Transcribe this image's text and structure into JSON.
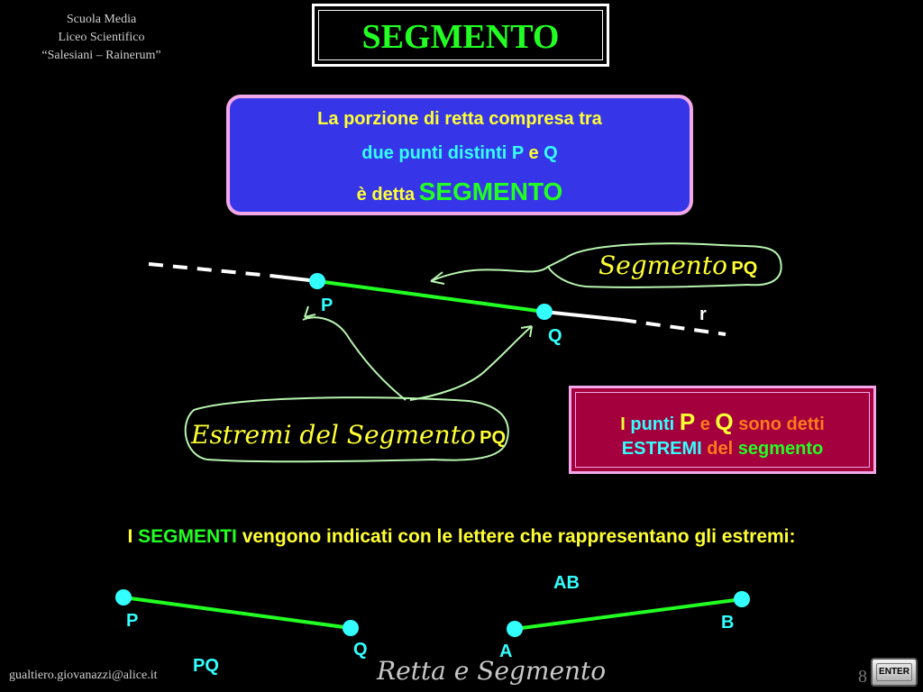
{
  "header": {
    "school_lines": [
      "Scuola Media",
      "Liceo Scientifico",
      "“Salesiani – Rainerum”"
    ],
    "title": "SEGMENTO"
  },
  "definition": {
    "line1": "La porzione di retta compresa tra",
    "line2_a": "due punti distinti",
    "line2_p": "P",
    "line2_e": "e",
    "line2_q": "Q",
    "line3_a": "è detta",
    "line3_b": "SEGMENTO"
  },
  "diagram": {
    "line_label": "r",
    "point_p": "P",
    "point_q": "Q",
    "segment_callout_script": "Segmento",
    "segment_callout_name": "PQ",
    "endpoints_callout_script": "Estremi del Segmento",
    "endpoints_callout_name": "PQ"
  },
  "extremes_box": {
    "w1": "I",
    "w2": "punti",
    "w3": "P",
    "w4": "e",
    "w5": "Q",
    "w6": "sono detti",
    "w7": "ESTREMI",
    "w8": "del",
    "w9": "segmento"
  },
  "notation": {
    "w1": "I",
    "w2": "SEGMENTI",
    "w3": "vengono indicati con le lettere che rappresentano gli estremi:"
  },
  "examples": {
    "left_p": "P",
    "left_q": "Q",
    "left_name": "PQ",
    "right_a": "A",
    "right_b": "B",
    "right_name": "AB"
  },
  "footer": {
    "email": "gualtiero.giovanazzi@alice.it",
    "title_script": "Retta e Segmento",
    "page_number": "8",
    "enter_label": "ENTER"
  },
  "colors": {
    "background": "#000000",
    "title_green": "#22ff22",
    "definition_box": "#3636e8",
    "extremes_box": "#a3003d",
    "point_cyan": "#33ffff",
    "text_yellow": "#ffff33"
  }
}
